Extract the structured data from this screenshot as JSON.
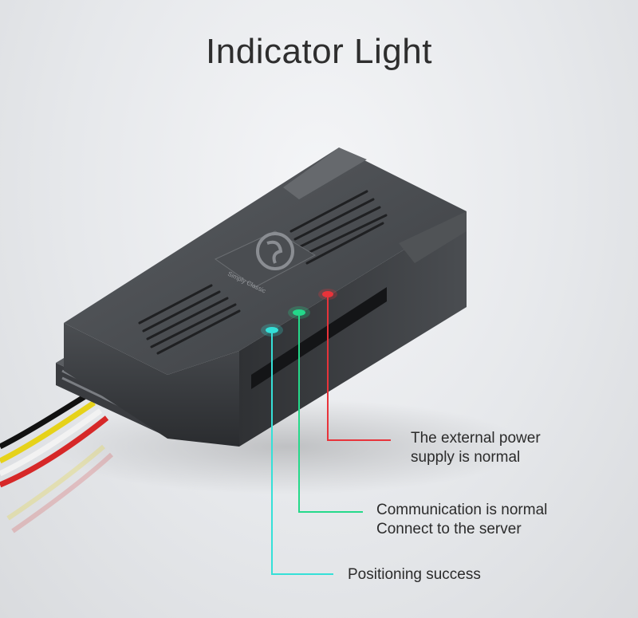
{
  "title": "Indicator Light",
  "device_label": "Simply Classic",
  "indicators": [
    {
      "color": "#e8333a",
      "lines": [
        "The external power",
        "supply is normal"
      ]
    },
    {
      "color": "#25d98a",
      "lines": [
        "Communication is normal",
        "Connect to the server"
      ]
    },
    {
      "color": "#35e0d8",
      "lines": [
        "Positioning success"
      ]
    }
  ],
  "wire_colors": [
    "#111111",
    "#e6d21a",
    "#f2f2f2",
    "#d62828"
  ]
}
